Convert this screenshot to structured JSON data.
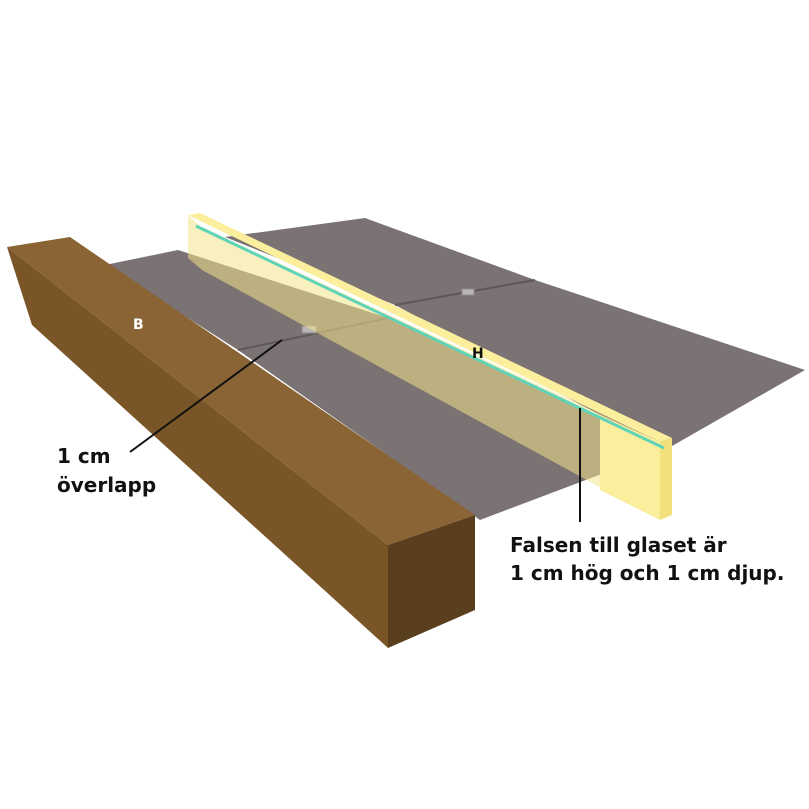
{
  "labels": {
    "beam_b": "B",
    "beam_h": "H",
    "overlap_line1": "1 cm",
    "overlap_line2": "överlapp",
    "rabbet_line1": "Falsen till glaset är",
    "rabbet_line2": "1 cm hög och 1 cm djup."
  },
  "colors": {
    "glass": "#7a7273",
    "glass_edge": "#5e5758",
    "beam_b_top": "#8a6434",
    "beam_b_side": "#7a5527",
    "beam_b_end": "#5a3f1f",
    "beam_h_face": "#fbee9c",
    "beam_h_side": "#f4e48a",
    "seal_strip": "#5fd3b8",
    "leader": "#111111"
  },
  "icons": {
    "overlap_marker": "gray-tab-icon"
  }
}
